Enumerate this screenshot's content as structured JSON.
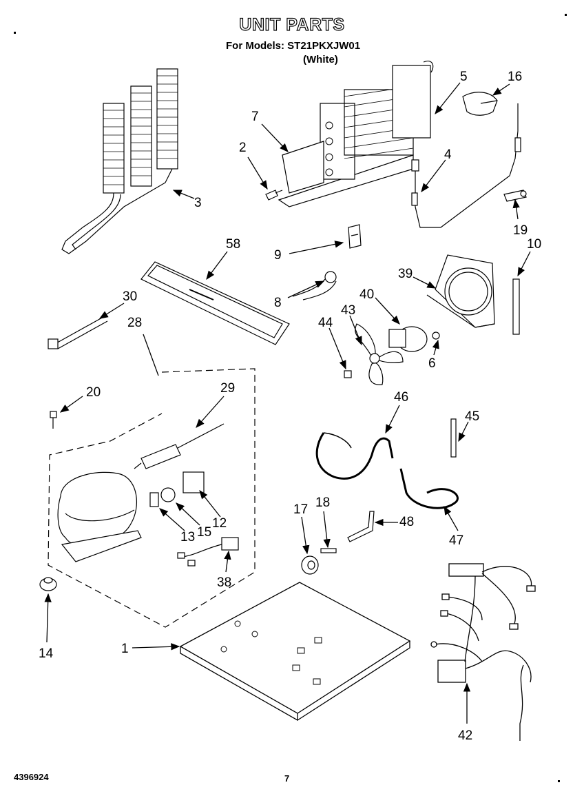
{
  "header": {
    "title": "UNIT PARTS",
    "models_line": "For Models: ST21PKXJW01",
    "color_line": "(White)"
  },
  "footer": {
    "doc_number": "4396924",
    "page_number": "7"
  },
  "callouts": {
    "c1": "1",
    "c2": "2",
    "c3": "3",
    "c4": "4",
    "c5": "5",
    "c6": "6",
    "c7": "7",
    "c8": "8",
    "c9": "9",
    "c10": "10",
    "c12": "12",
    "c13": "13",
    "c14": "14",
    "c15": "15",
    "c16": "16",
    "c17": "17",
    "c18": "18",
    "c19": "19",
    "c20": "20",
    "c28": "28",
    "c29": "29",
    "c30": "30",
    "c38": "38",
    "c39": "39",
    "c40": "40",
    "c42": "42",
    "c43": "43",
    "c44": "44",
    "c45": "45",
    "c46": "46",
    "c47": "47",
    "c48": "48",
    "c58": "58"
  }
}
